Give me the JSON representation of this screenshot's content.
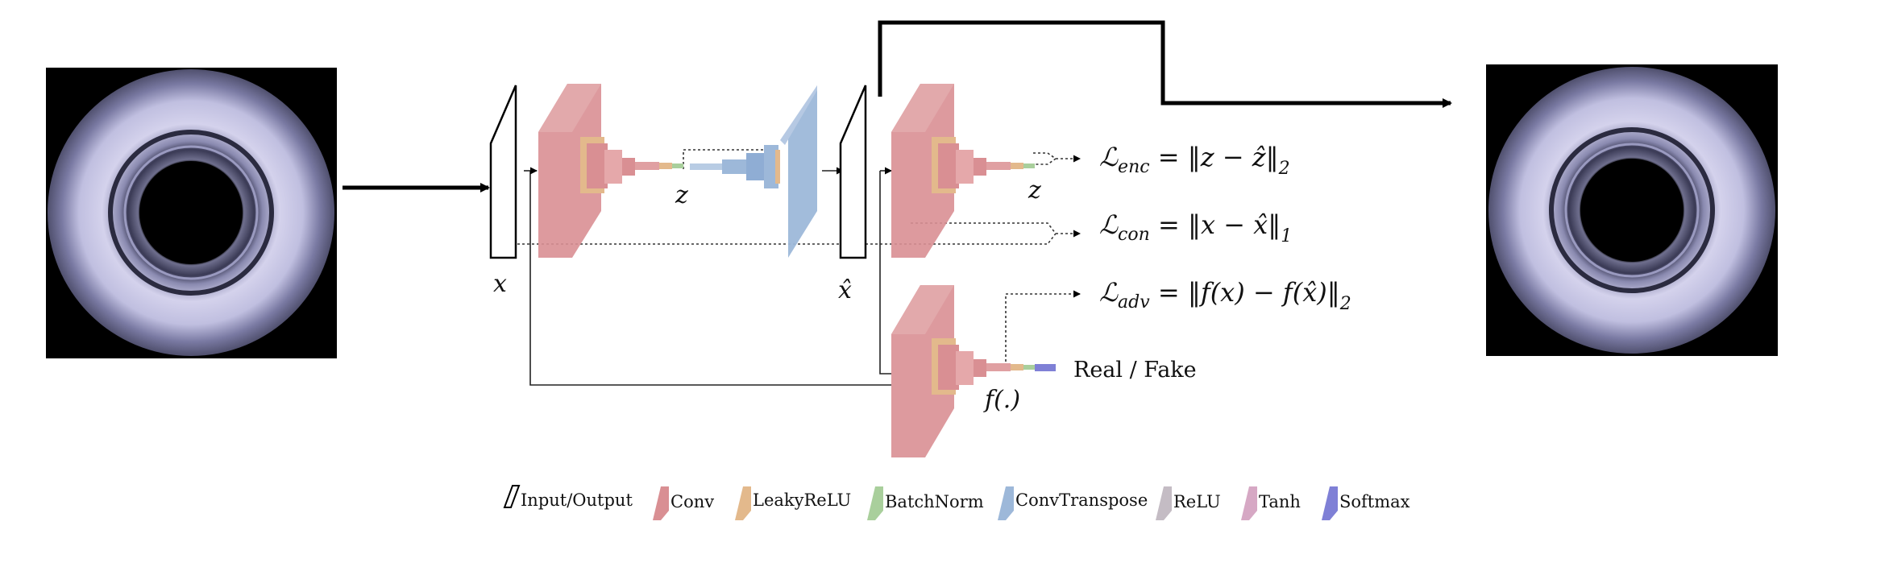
{
  "labels": {
    "x": "x",
    "x_hat": "x̂",
    "z_left": "z",
    "z_right": "z",
    "f": "f(.)",
    "real_fake": "Real / Fake"
  },
  "losses": {
    "enc": {
      "L": "ℒ",
      "sub": "enc",
      "rhs": " = ‖z − ẑ‖",
      "norm": "2"
    },
    "con": {
      "L": "ℒ",
      "sub": "con",
      "rhs": " = ‖x − x̂‖",
      "norm": "1"
    },
    "adv": {
      "L": "ℒ",
      "sub": "adv",
      "rhs": " = ‖f(x) − f(x̂)‖",
      "norm": "2"
    }
  },
  "legend": [
    {
      "key": "io",
      "label": "Input/Output",
      "color": "#ffffff"
    },
    {
      "key": "conv",
      "label": "Conv",
      "color": "#d98f93"
    },
    {
      "key": "leaky",
      "label": "LeakyReLU",
      "color": "#e3b98c"
    },
    {
      "key": "bn",
      "label": "BatchNorm",
      "color": "#a9cf9c"
    },
    {
      "key": "convt",
      "label": "ConvTranspose",
      "color": "#9db8d9"
    },
    {
      "key": "relu",
      "label": "ReLU",
      "color": "#c4bcc4"
    },
    {
      "key": "tanh",
      "label": "Tanh",
      "color": "#d6a8c4"
    },
    {
      "key": "softmax",
      "label": "Softmax",
      "color": "#7f80d6"
    }
  ]
}
